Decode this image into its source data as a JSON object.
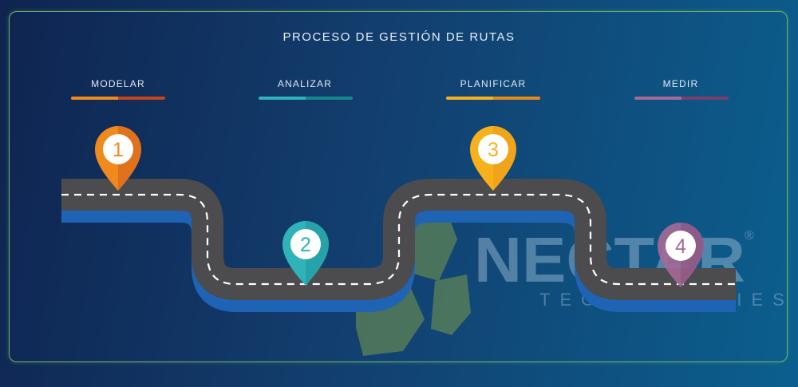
{
  "title": "PROCESO DE GESTIÓN DE RUTAS",
  "steps": [
    {
      "label": "MODELAR",
      "number": "1",
      "color": "#f08a1c",
      "color_dark": "#c5451c"
    },
    {
      "label": "ANALIZAR",
      "number": "2",
      "color": "#2fb3b8",
      "color_dark": "#16878f"
    },
    {
      "label": "PLANIFICAR",
      "number": "3",
      "color": "#f7b21b",
      "color_dark": "#e38a17"
    },
    {
      "label": "MEDIR",
      "number": "4",
      "color": "#a46a98",
      "color_dark": "#7a3f6b"
    }
  ],
  "watermark": {
    "brand": "NECTAR",
    "tagline": "TECHNOLOGIES",
    "registered": "®",
    "logo_color": "#7a9a4a"
  }
}
